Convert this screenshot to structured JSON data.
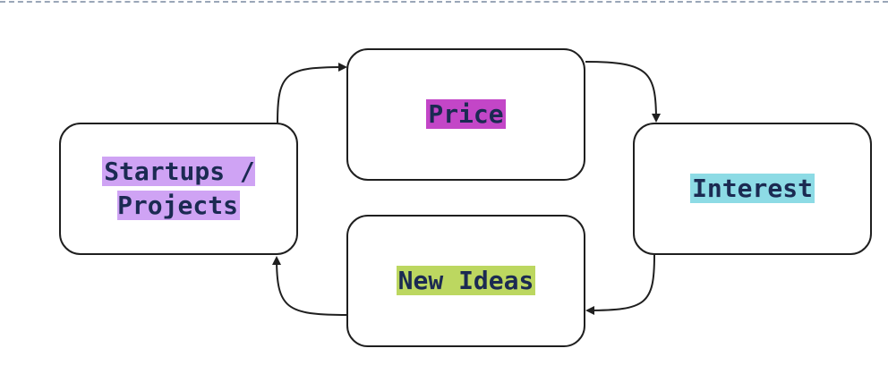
{
  "diagram": {
    "nodes": [
      {
        "id": "price",
        "label": "Price",
        "highlight": "#c346c7"
      },
      {
        "id": "interest",
        "label": "Interest",
        "highlight": "#8ddbe5"
      },
      {
        "id": "new_ideas",
        "label": "New Ideas",
        "highlight": "#bcd760"
      },
      {
        "id": "startups",
        "label": "Startups /\nProjects",
        "highlight": "#cfa3f4"
      }
    ],
    "edges": [
      {
        "from": "startups",
        "to": "price"
      },
      {
        "from": "price",
        "to": "interest"
      },
      {
        "from": "interest",
        "to": "new_ideas"
      },
      {
        "from": "new_ideas",
        "to": "startups"
      }
    ],
    "colors": {
      "stroke": "#1f1f1f",
      "text": "#1b2a52",
      "divider": "#9aa6b8"
    }
  }
}
